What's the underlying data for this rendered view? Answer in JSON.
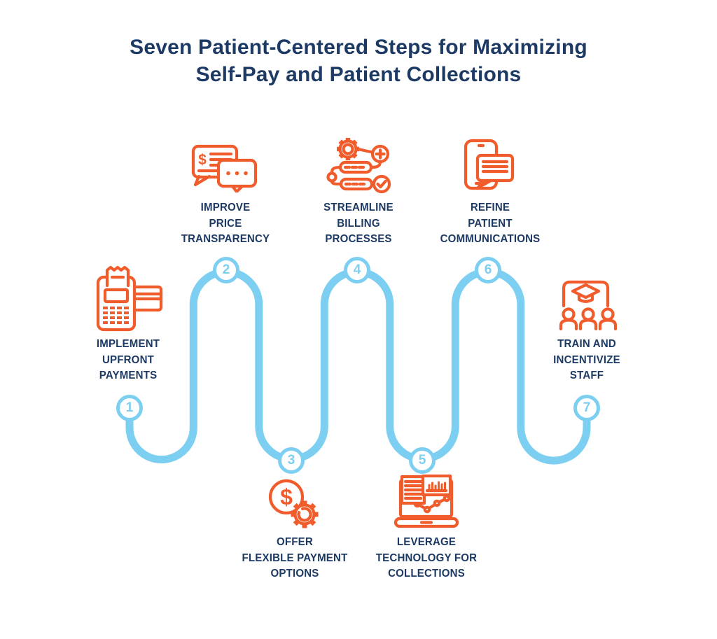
{
  "title": {
    "line1": "Seven Patient-Centered Steps for Maximizing",
    "line2": "Self-Pay and Patient Collections"
  },
  "colors": {
    "navy": "#1d3a64",
    "orange": "#f15c2c",
    "light_blue": "#7dcff2",
    "background": "#ffffff"
  },
  "icons": {
    "currency_symbol": "$"
  },
  "steps": [
    {
      "number": "1",
      "icon": "card-terminal-icon",
      "lines": [
        "IMPLEMENT",
        "UPFRONT",
        "PAYMENTS"
      ]
    },
    {
      "number": "2",
      "icon": "price-chat-icon",
      "lines": [
        "IMPROVE",
        "PRICE",
        "TRANSPARENCY"
      ]
    },
    {
      "number": "3",
      "icon": "coin-gear-icon",
      "lines": [
        "OFFER",
        "FLEXIBLE PAYMENT",
        "OPTIONS"
      ]
    },
    {
      "number": "4",
      "icon": "billing-workflow-icon",
      "lines": [
        "STREAMLINE",
        "BILLING",
        "PROCESSES"
      ]
    },
    {
      "number": "5",
      "icon": "laptop-analytics-icon",
      "lines": [
        "LEVERAGE",
        "TECHNOLOGY FOR",
        "COLLECTIONS"
      ]
    },
    {
      "number": "6",
      "icon": "phone-chat-icon",
      "lines": [
        "REFINE",
        "PATIENT",
        "COMMUNICATIONS"
      ]
    },
    {
      "number": "7",
      "icon": "staff-training-icon",
      "lines": [
        "TRAIN AND",
        "INCENTIVIZE",
        "STAFF"
      ]
    }
  ]
}
